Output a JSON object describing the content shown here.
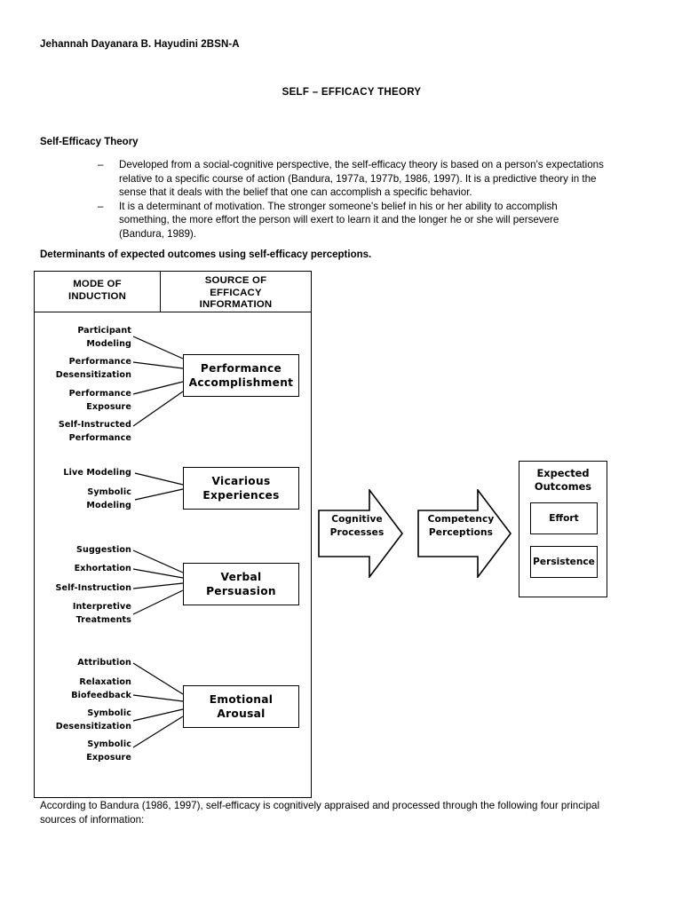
{
  "header": {
    "student_name": "Jehannah Dayanara B. Hayudini 2BSN-A",
    "document_title": "SELF – EFFICACY THEORY"
  },
  "section": {
    "heading": "Self-Efficacy Theory",
    "bullet_marker": "–",
    "bullets": [
      "Developed from a social-cognitive perspective, the self-efficacy theory is based on a person's expectations relative to a specific course of action (Bandura, 1977a, 1977b, 1986, 1997). It is a predictive theory in the sense that it deals with the belief that one can accomplish a specific behavior.",
      "It is a determinant of motivation. The stronger someone's belief in his or her ability to accomplish something, the more effort the person will exert to learn it and the longer he or she will persevere (Bandura, 1989)."
    ]
  },
  "diagram": {
    "caption": "Determinants of expected outcomes using self-efficacy perceptions.",
    "columns": [
      {
        "title": "MODE OF\nINDUCTION",
        "line1": "MODE OF",
        "line2": "INDUCTION"
      },
      {
        "title": "SOURCE OF EFFICACY INFORMATION",
        "line1": "SOURCE OF",
        "line2": "EFFICACY",
        "line3": "INFORMATION"
      }
    ],
    "groups": [
      {
        "source": "Performance Accomplishment",
        "source_line1": "Performance",
        "source_line2": "Accomplishment",
        "modes": [
          {
            "line1": "Participant",
            "line2": "Modeling"
          },
          {
            "line1": "Performance",
            "line2": "Desensitization"
          },
          {
            "line1": "Performance",
            "line2": "Exposure"
          },
          {
            "line1": "Self-Instructed",
            "line2": "Performance"
          }
        ]
      },
      {
        "source": "Vicarious Experiences",
        "source_line1": "Vicarious",
        "source_line2": "Experiences",
        "modes": [
          {
            "line1": "Live Modeling",
            "line2": ""
          },
          {
            "line1": "Symbolic",
            "line2": "Modeling"
          }
        ]
      },
      {
        "source": "Verbal Persuasion",
        "source_line1": "Verbal",
        "source_line2": "Persuasion",
        "modes": [
          {
            "line1": "Suggestion",
            "line2": ""
          },
          {
            "line1": "Exhortation",
            "line2": ""
          },
          {
            "line1": "Self-Instruction",
            "line2": ""
          },
          {
            "line1": "Interpretive",
            "line2": "Treatments"
          }
        ]
      },
      {
        "source": "Emotional Arousal",
        "source_line1": "Emotional",
        "source_line2": "Arousal",
        "modes": [
          {
            "line1": "Attribution",
            "line2": ""
          },
          {
            "line1": "Relaxation",
            "line2": "Biofeedback"
          },
          {
            "line1": "Symbolic",
            "line2": "Desensitization"
          },
          {
            "line1": "Symbolic",
            "line2": "Exposure"
          }
        ]
      }
    ],
    "flow": [
      {
        "line1": "Cognitive",
        "line2": "Processes"
      },
      {
        "line1": "Competency",
        "line2": "Perceptions"
      }
    ],
    "outcomes": {
      "title_line1": "Expected",
      "title_line2": "Outcomes",
      "items": [
        "Effort",
        "Persistence"
      ]
    }
  },
  "footer": {
    "note": "According to Bandura (1986, 1997), self-efficacy is cognitively appraised and processed through the following four principal sources of information:"
  },
  "colors": {
    "ink": "#000000",
    "paper": "#ffffff"
  }
}
